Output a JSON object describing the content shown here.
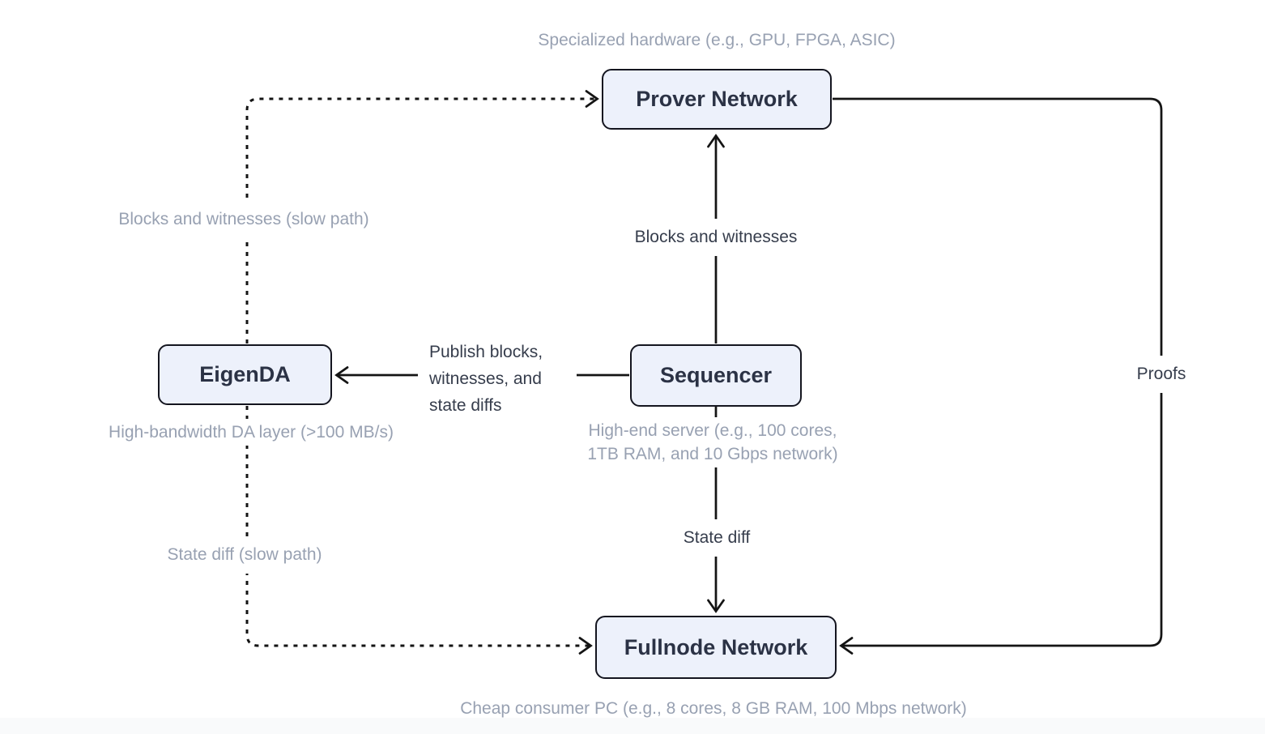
{
  "diagram": {
    "title": "Rollup architecture data-flow diagram",
    "nodes": {
      "prover": {
        "label": "Prover Network",
        "caption": "Specialized hardware (e.g., GPU, FPGA, ASIC)"
      },
      "eigenda": {
        "label": "EigenDA",
        "caption": "High-bandwidth DA layer (>100 MB/s)"
      },
      "sequencer": {
        "label": "Sequencer",
        "caption": "High-end server (e.g., 100 cores, 1TB RAM, and 10 Gbps network)"
      },
      "fullnode": {
        "label": "Fullnode Network",
        "caption": "Cheap consumer PC (e.g., 8 cores, 8 GB RAM, 100 Mbps network)"
      }
    },
    "edges": {
      "sequencer_to_prover": {
        "from": "Sequencer",
        "to": "Prover Network",
        "label": "Blocks and witnesses",
        "style": "solid"
      },
      "sequencer_to_eigenda": {
        "from": "Sequencer",
        "to": "EigenDA",
        "label": "Publish blocks, witnesses, and state diffs",
        "style": "solid"
      },
      "sequencer_to_fullnode": {
        "from": "Sequencer",
        "to": "Fullnode Network",
        "label": "State diff",
        "style": "solid"
      },
      "prover_to_fullnode": {
        "from": "Prover Network",
        "to": "Fullnode Network",
        "label": "Proofs",
        "style": "solid"
      },
      "eigenda_to_prover": {
        "from": "EigenDA",
        "to": "Prover Network",
        "label": "Blocks and witnesses (slow path)",
        "style": "dashed"
      },
      "eigenda_to_fullnode": {
        "from": "EigenDA",
        "to": "Fullnode Network",
        "label": "State diff (slow path)",
        "style": "dashed"
      }
    },
    "colors": {
      "node_fill": "#edf1fb",
      "node_border": "#14151f",
      "node_text": "#2b3245",
      "edge_line": "#141414",
      "edge_label_text": "#363d4c",
      "caption_text": "#98a1b2",
      "background": "#ffffff"
    }
  }
}
